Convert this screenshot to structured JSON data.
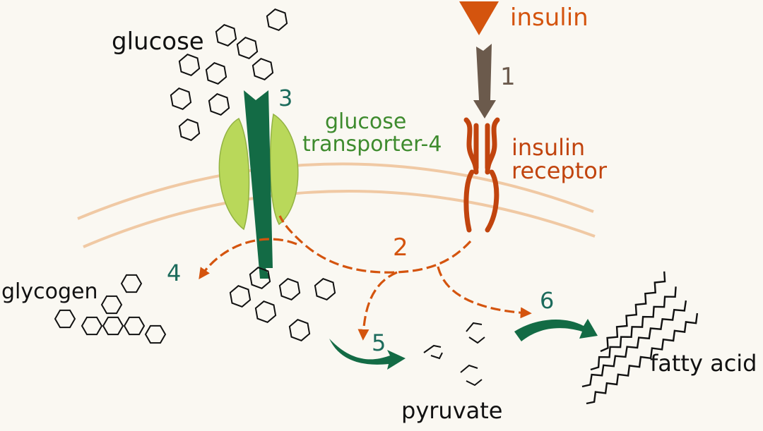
{
  "labels": {
    "glucose": "glucose",
    "insulin": "insulin",
    "glut4_line1": "glucose",
    "glut4_line2": "transporter-4",
    "receptor_line1": "insulin",
    "receptor_line2": "receptor",
    "glycogen": "glycogen",
    "pyruvate": "pyruvate",
    "fatty_acid": "fatty acid"
  },
  "steps": {
    "s1": "1",
    "s2": "2",
    "s3": "3",
    "s4": "4",
    "s5": "5",
    "s6": "6"
  },
  "colors": {
    "background": "#faf8f2",
    "membrane": "#f0c9a4",
    "insulin": "#d4540e",
    "receptor": "#c1440e",
    "signal_arrow": "#6b5a4c",
    "signaling": "#d4540e",
    "transport": "#136b45",
    "step_teal": "#1c6b5c",
    "transporter_fill": "#b9d85a",
    "transporter_stroke": "#92b243",
    "glut_label": "#3e8b2e",
    "molecule": "#111111"
  }
}
